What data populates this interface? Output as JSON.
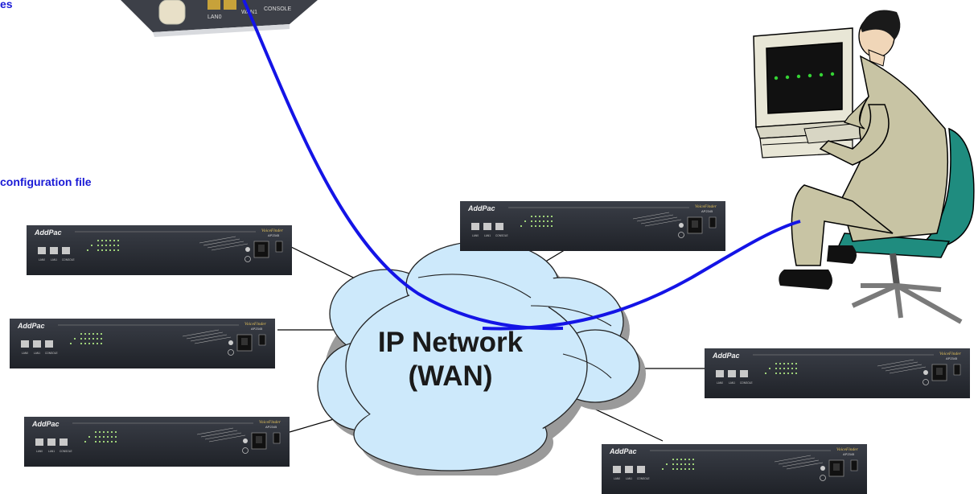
{
  "labels": {
    "top_fragment": "es",
    "config_fragment": "configuration file"
  },
  "cloud": {
    "line1": "IP Network",
    "line2": "(WAN)"
  },
  "device": {
    "brand": "AddPac",
    "model_brand": "VoiceFinder",
    "model": "AP2345",
    "ports": [
      "LAN0",
      "LAN1",
      "CONSOLE"
    ]
  },
  "top_device": {
    "ports": [
      "LAN0",
      "WAN1",
      "CONSOLE"
    ]
  },
  "colors": {
    "cable_blue": "#1414e6",
    "cloud_fill": "#cde9fb",
    "cloud_shadow": "#9a9a9a",
    "device_body": "#2d3038"
  }
}
